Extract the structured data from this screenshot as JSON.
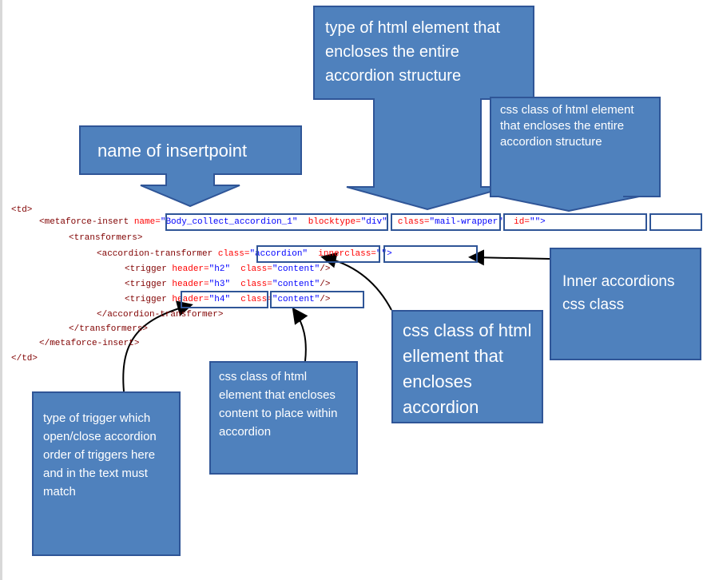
{
  "callouts": {
    "element_type": "type of html element that encloses the entire accordion structure",
    "css_class_wrapper": "css class of html element that encloses the entire accordion structure",
    "insertpoint": "name  of insertpoint",
    "inner_class": "Inner accordions css class",
    "accordion_class": "css class of html ellement that encloses accordion",
    "content_class": "css class of html element that encloses content to place within accordion",
    "trigger_type": "type of trigger which open/close accordion order of triggers here and in the text must match"
  },
  "code": {
    "td_open": "<td>",
    "insert_tag": "<metaforce-insert",
    "name_attr": "name=",
    "name_val": "\"Body_collect_accordion_1\"",
    "blocktype_attr": "blocktype=",
    "blocktype_val": "\"div\"",
    "class_attr": "class=",
    "class_val": "\"mail-wrapper\"",
    "id_attr": "id=",
    "id_val": "\"\">",
    "transformers_open": "<transformers>",
    "acc_tag": "<accordion-transformer",
    "acc_class_attr": "class=",
    "acc_class_val": "\"accordion\"",
    "inner_attr": "innerclass=",
    "inner_val": "\"\">",
    "trigger_tag": "<trigger",
    "header_attr": "header=",
    "h2_val": "\"h2\"",
    "h3_val": "\"h3\"",
    "h4_val": "\"h4\"",
    "tclass_attr": "class=",
    "content_val": "\"content\"",
    "selfclose": "/>",
    "acc_close": "</accordion-transformer>",
    "transformers_close": "</transformers>",
    "insert_close": "</metaforce-insert>",
    "td_close": "</td>"
  }
}
